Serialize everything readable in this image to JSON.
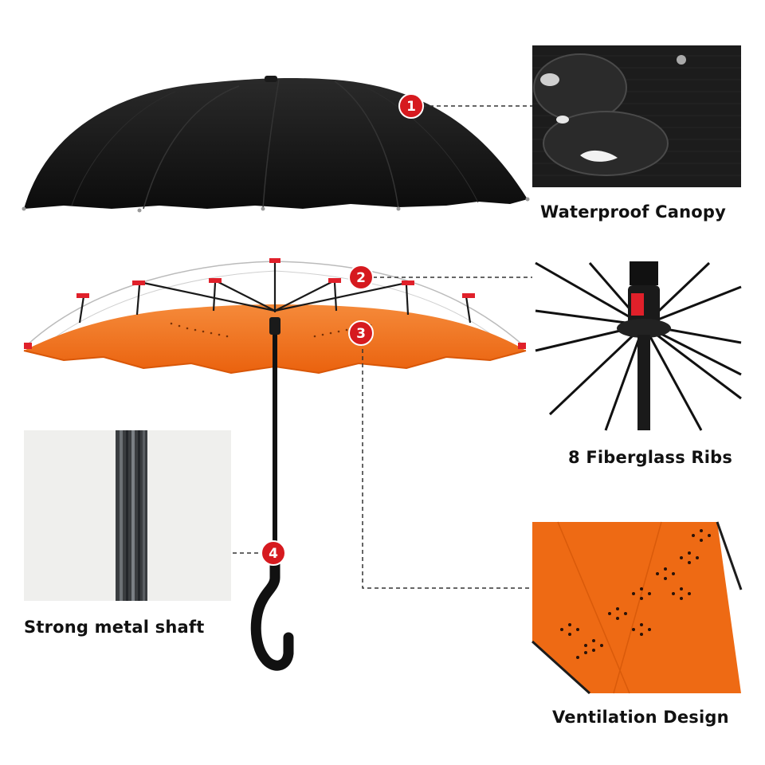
{
  "features": [
    {
      "number": "1",
      "caption": "Waterproof Canopy",
      "icon": "water-droplets-fabric"
    },
    {
      "number": "2",
      "caption": "8 Fiberglass Ribs",
      "icon": "fiberglass-ribs"
    },
    {
      "number": "3",
      "caption": "Ventilation Design",
      "icon": "ventilation-holes"
    },
    {
      "number": "4",
      "caption": "Strong metal shaft",
      "icon": "metal-shaft"
    }
  ],
  "colors": {
    "canopy_outer": "#141414",
    "canopy_inner": "#f06a14",
    "badge": "#d61a1f",
    "frame_accent": "#e0202a"
  }
}
